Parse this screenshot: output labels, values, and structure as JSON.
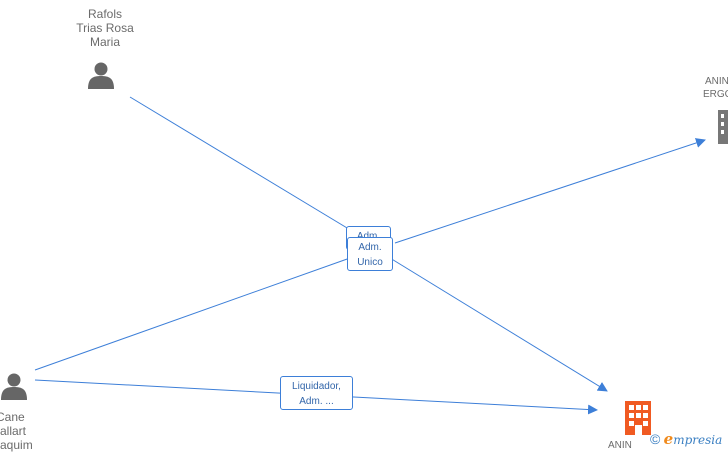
{
  "nodes": {
    "person_top": {
      "name_lines": [
        "Rafols",
        "Trias Rosa",
        "Maria"
      ],
      "icon": "person-icon",
      "color": "#666666"
    },
    "person_left": {
      "name_lines": [
        "Cane",
        "allart",
        "aquim"
      ],
      "icon": "person-icon",
      "color": "#666666"
    },
    "company_right_top": {
      "name_lines": [
        "ANIN",
        "ERGC"
      ],
      "icon": "building-icon",
      "color": "#777777"
    },
    "company_bottom": {
      "name_lines": [
        "ANIN"
      ],
      "icon": "building-icon",
      "color": "#f05a22"
    }
  },
  "edges": {
    "label_back": {
      "lines": [
        "Adm.",
        ""
      ]
    },
    "label_front": {
      "lines": [
        "Adm.",
        "Unico"
      ]
    },
    "label_bottom": {
      "lines": [
        "Liquidador,",
        "Adm. ..."
      ]
    }
  },
  "edge_color": "#3d7fd8",
  "brand": {
    "copyright": "©",
    "e": "e",
    "rest": "mpresia"
  }
}
